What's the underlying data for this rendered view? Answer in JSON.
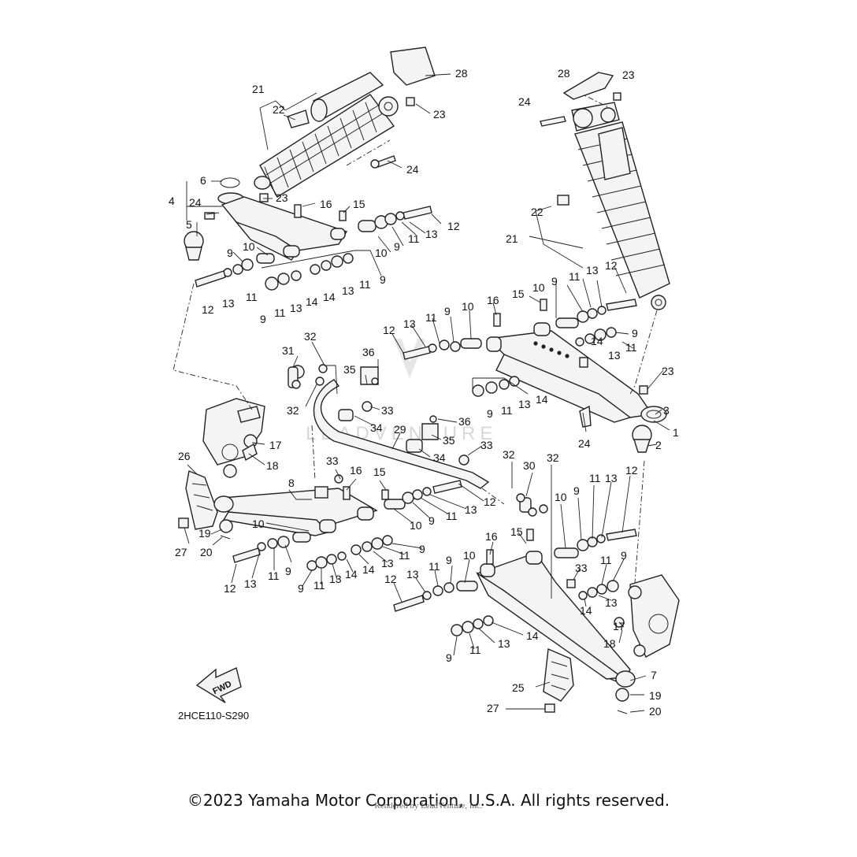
{
  "diagram_code": "2HCE110-S290",
  "fwd_label": "FWD",
  "watermark": "LEADVENTURE",
  "copyright": "©2023 Yamaha Motor Corporation, U.S.A. All rights reserved.",
  "rendered_by": "Rendered by LeadVenture, Inc.",
  "callouts": {
    "c1": "1",
    "c2": "2",
    "c3": "3",
    "c4": "4",
    "c5": "5",
    "c6": "6",
    "c7": "7",
    "c8": "8",
    "c9": "9",
    "c10": "10",
    "c11": "11",
    "c12": "12",
    "c13": "13",
    "c14": "14",
    "c15": "15",
    "c16": "16",
    "c17": "17",
    "c18": "18",
    "c19": "19",
    "c20": "20",
    "c21": "21",
    "c22": "22",
    "c23": "23",
    "c24": "24",
    "c25": "25",
    "c26": "26",
    "c27": "27",
    "c28": "28",
    "c29": "29",
    "c30": "30",
    "c31": "31",
    "c32": "32",
    "c33": "33",
    "c34": "34",
    "c35": "35",
    "c36": "36"
  }
}
